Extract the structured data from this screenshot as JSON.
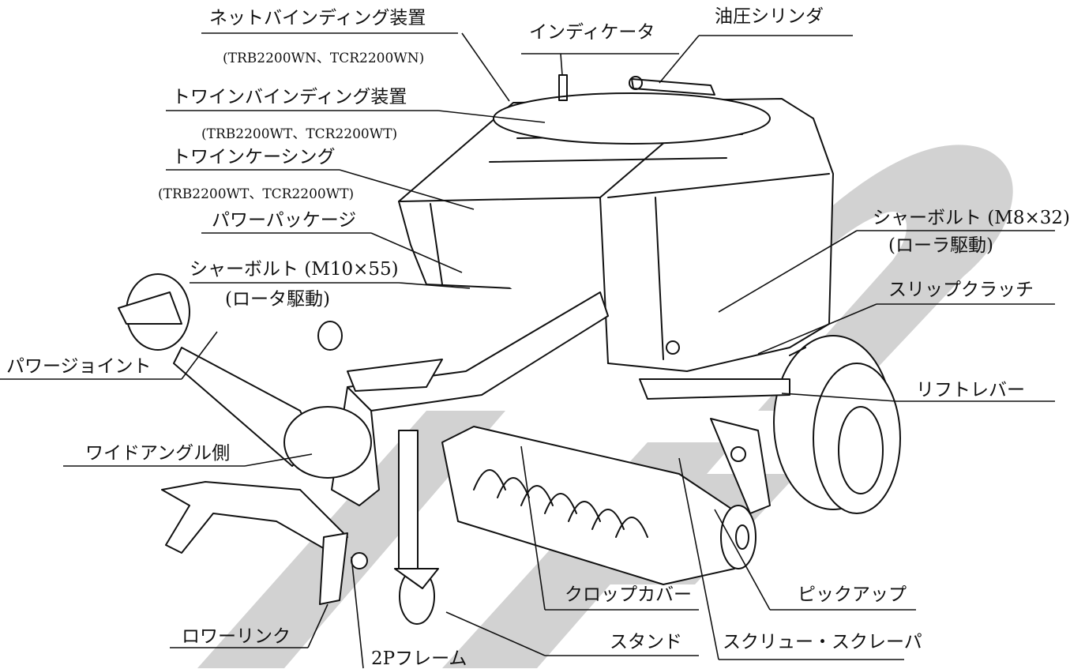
{
  "labels": {
    "net_binding": "ネットバインディング装置",
    "net_binding_models": "(TRB2200WN、TCR2200WN)",
    "indicator": "インディケータ",
    "hydraulic_cylinder": "油圧シリンダ",
    "twine_binding": "トワインバインディング装置",
    "twine_binding_models": "(TRB2200WT、TCR2200WT)",
    "twine_casing": "トワインケーシング",
    "twine_casing_models": "(TRB2200WT、TCR2200WT)",
    "shear_bolt_roller": "シャーボルト (M8×32)",
    "roller_drive": "(ローラ駆動)",
    "power_package": "パワーパッケージ",
    "shear_bolt_rotor": "シャーボルト (M10×55)",
    "rotor_drive": "(ロータ駆動)",
    "slip_clutch": "スリップクラッチ",
    "power_joint": "パワージョイント",
    "lift_lever": "リフトレバー",
    "wide_angle_side": "ワイドアングル側",
    "pickup": "ピックアップ",
    "crop_cover": "クロップカバー",
    "lower_link": "ロワーリンク",
    "stand": "スタンド",
    "screw_scraper": "スクリュー・スクレーパ",
    "frame_2p": "2Pフレーム"
  },
  "colors": {
    "line": "#111111",
    "watermark": "#d0d0d0"
  }
}
